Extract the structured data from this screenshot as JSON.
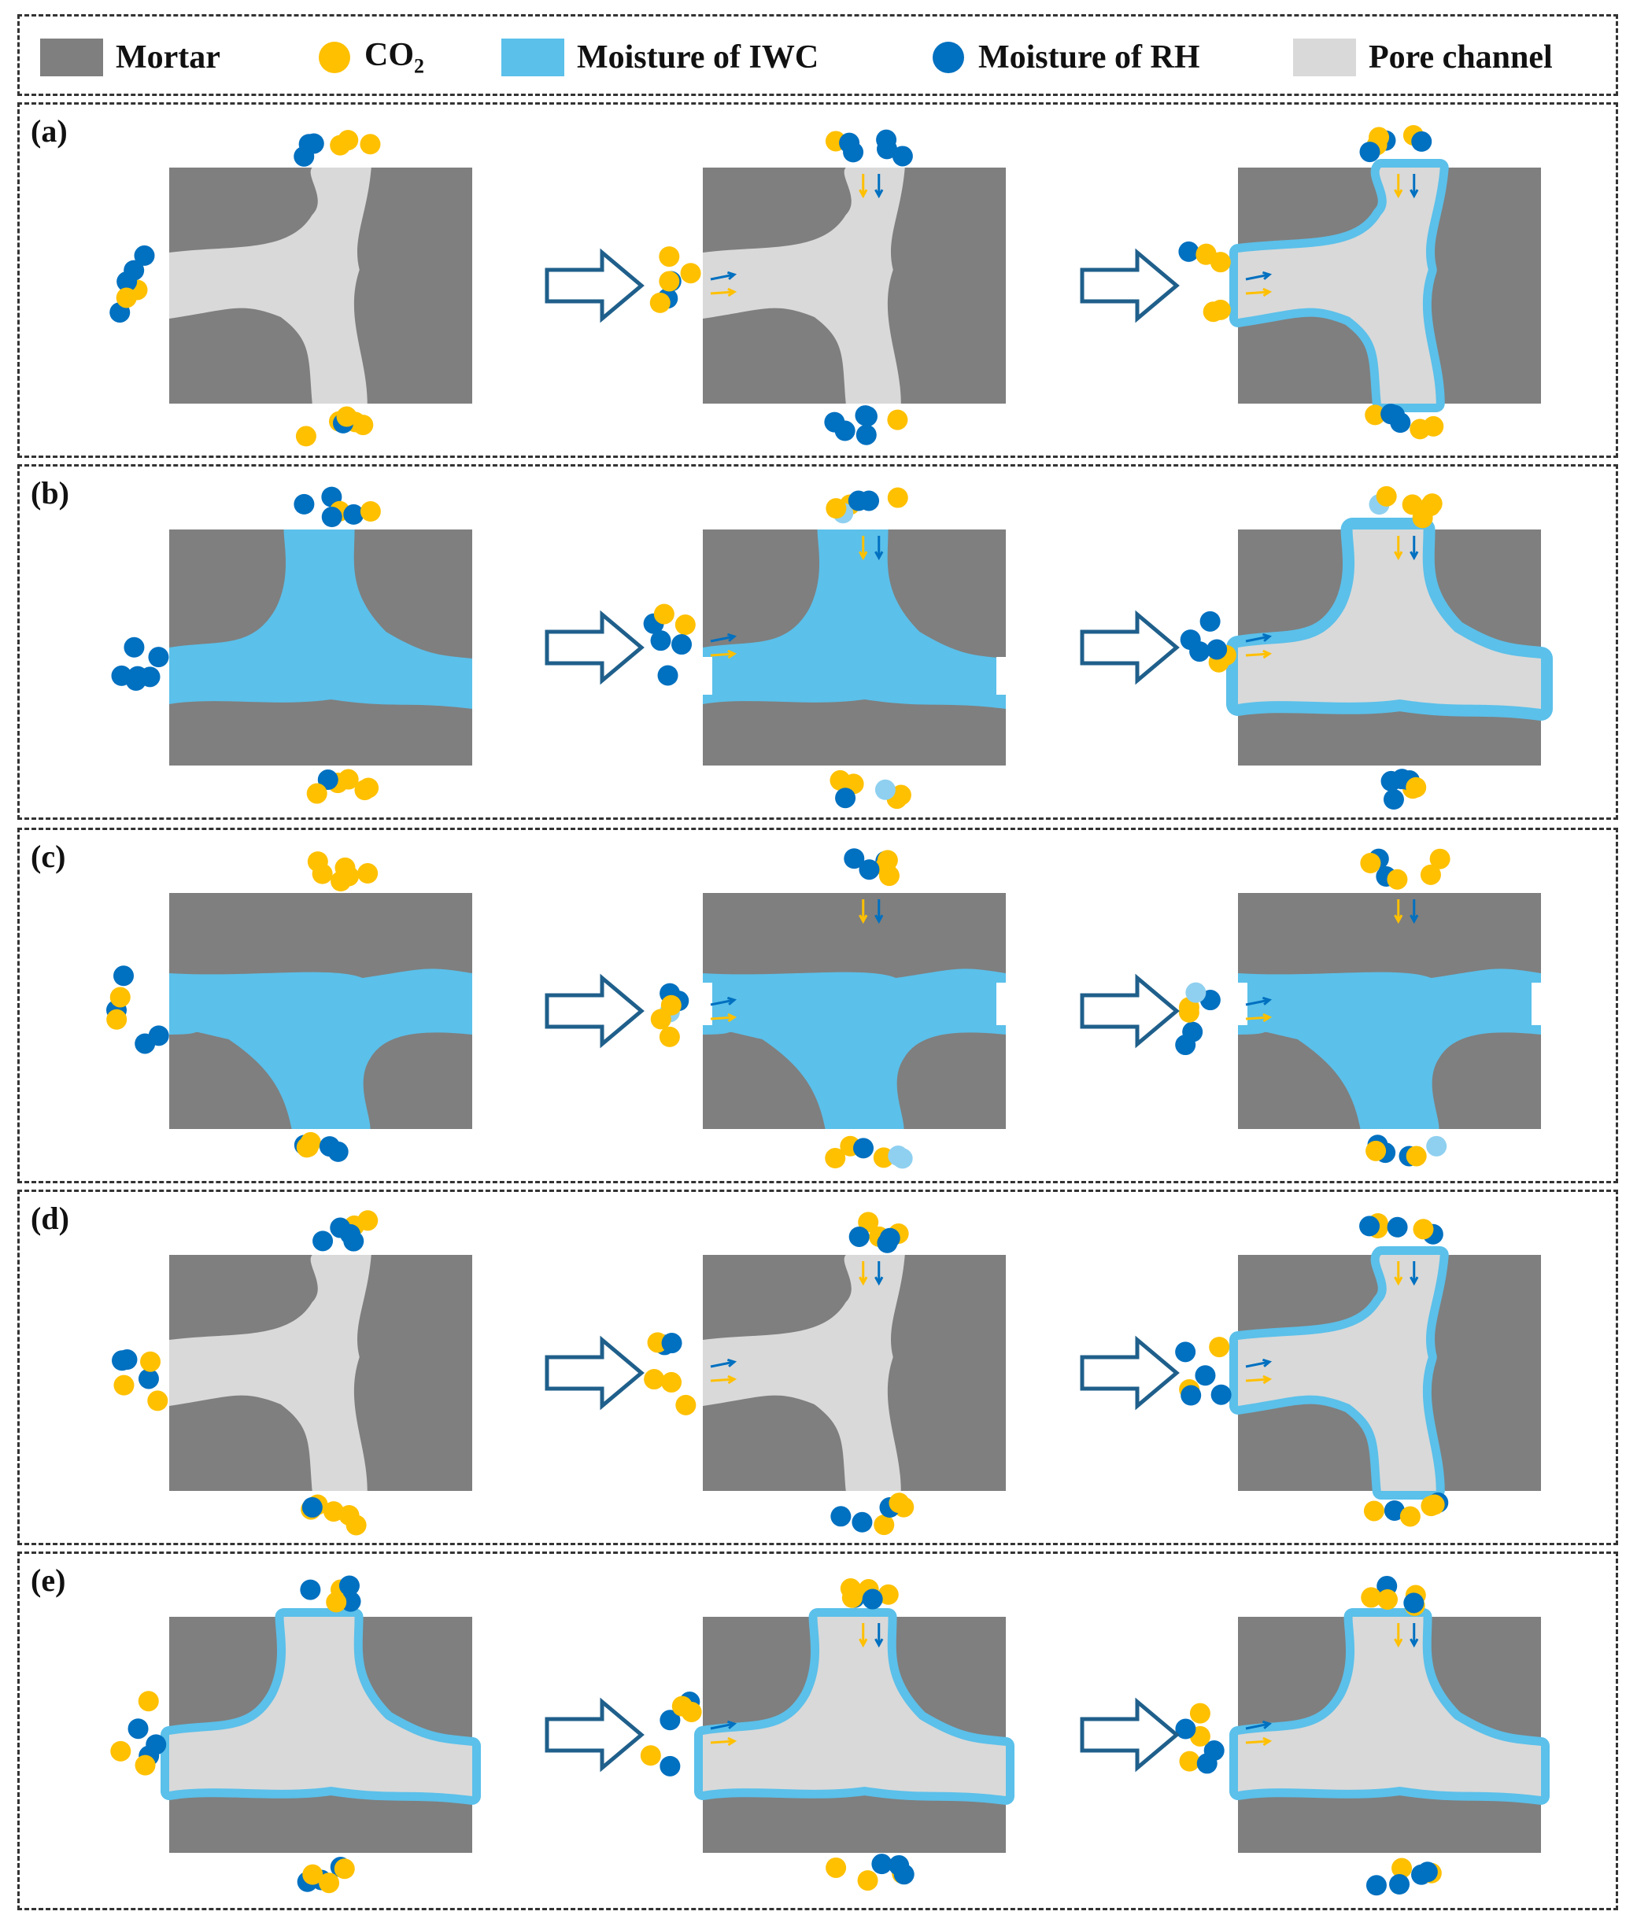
{
  "legend": {
    "items": [
      {
        "label": "Mortar",
        "sub": "",
        "kind": "rect",
        "color": "#7f7f7f"
      },
      {
        "label": "CO",
        "sub": "2",
        "kind": "dot",
        "color": "#ffc000"
      },
      {
        "label": "Moisture of IWC",
        "sub": "",
        "kind": "rect",
        "color": "#5bc0ea"
      },
      {
        "label": "Moisture of RH",
        "sub": "",
        "kind": "dot",
        "color": "#0070c0"
      },
      {
        "label": "Pore channel",
        "sub": "",
        "kind": "rect",
        "color": "#d9d9d9"
      }
    ]
  },
  "colors": {
    "mortar": "#7f7f7f",
    "pore": "#d9d9d9",
    "iwc": "#5bc0ea",
    "co2": "#ffc000",
    "rh": "#0070c0",
    "evap": "#8fd0f0",
    "arrow_outline": "#1f5f8b"
  },
  "panels": [
    {
      "label": "(a)",
      "channel": "y",
      "stages": [
        "empty",
        "empty",
        "film-thin"
      ],
      "molecules": "co2+rh"
    },
    {
      "label": "(b)",
      "channel": "t",
      "stages": [
        "full",
        "full-evaporating",
        "film-thick"
      ],
      "molecules": "co2+rh+evap"
    },
    {
      "label": "(c)",
      "channel": "t-inverted",
      "stages": [
        "full",
        "full-evaporating",
        "full-shrinking"
      ],
      "molecules": "co2+rh+evap"
    },
    {
      "label": "(d)",
      "channel": "y",
      "stages": [
        "empty",
        "empty",
        "film-thin"
      ],
      "molecules": "co2+rh"
    },
    {
      "label": "(e)",
      "channel": "t",
      "stages": [
        "film-thin",
        "film-thin",
        "film-thin"
      ],
      "molecules": "co2+rh"
    }
  ]
}
